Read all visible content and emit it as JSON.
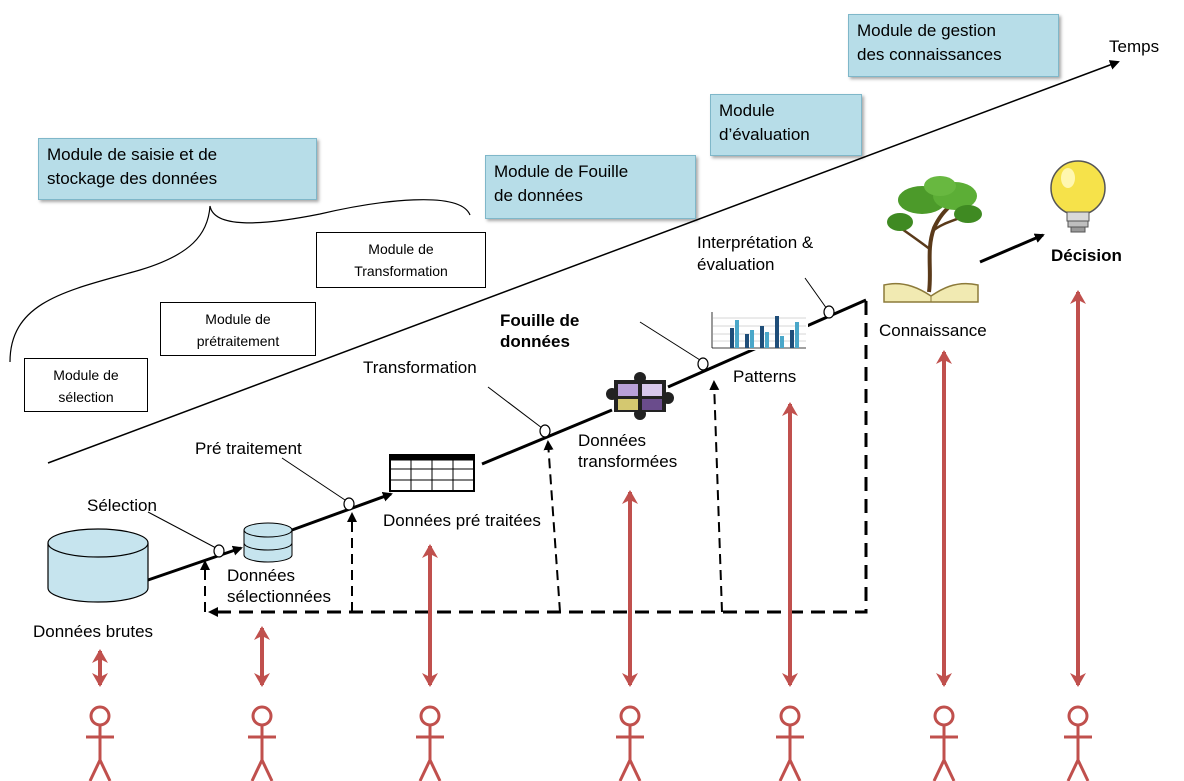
{
  "time_axis": {
    "label": "Temps"
  },
  "modules_teal": {
    "saisie": "Module de saisie et  de\nstockage des données",
    "fouille": "Module de Fouille\nde données",
    "evaluation": "Module\nd’évaluation",
    "gestion": "Module de gestion\ndes connaissances"
  },
  "modules_white": {
    "selection": "Module de\nsélection",
    "pretraitement": "Module de\nprétraitement",
    "transformation": "Module de\nTransformation"
  },
  "steps": {
    "selection": "Sélection",
    "pretraitement": "Pré traitement",
    "transformation": "Transformation",
    "fouille": "Fouille de\ndonnées",
    "interpretation": "Interprétation &\névaluation"
  },
  "data_states": {
    "brutes": "Données brutes",
    "selectionnees": "Données\nsélectionnées",
    "pretraitees": "Données pré traitées",
    "transformees": "Données\ntransformées",
    "patterns": "Patterns",
    "connaissance": "Connaissance",
    "decision": "Décision"
  },
  "colors": {
    "teal_fill": "#b7dde8",
    "cylinder_fill": "#c6e4ee",
    "user_red": "#c0504d",
    "bulb_yellow": "#f6e24a"
  },
  "icons": [
    "database-cylinder-icon",
    "small-database-icon",
    "table-grid-icon",
    "puzzle-icon",
    "bar-chart-icon",
    "tree-book-icon",
    "lightbulb-icon",
    "user-stick-figure-icon"
  ]
}
